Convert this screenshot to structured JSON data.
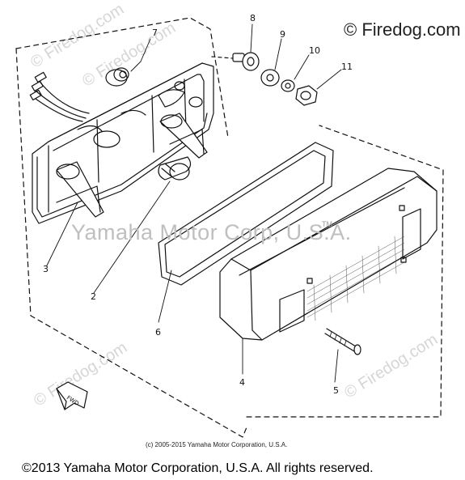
{
  "watermarks": {
    "top_right": "© Firedog.com",
    "center": "Yamaha Motor Corp, U.S.A.",
    "tm": "TM",
    "faint": "© Firedog.com"
  },
  "callouts": [
    "7",
    "8",
    "9",
    "10",
    "11",
    "3",
    "2",
    "6",
    "4",
    "5"
  ],
  "fwd_label": "FWD",
  "small_copyright": "(c) 2005-2015 Yamaha Motor Corporation, U.S.A.",
  "footer": "©2013 Yamaha Motor Corporation, U.S.A. All rights reserved."
}
